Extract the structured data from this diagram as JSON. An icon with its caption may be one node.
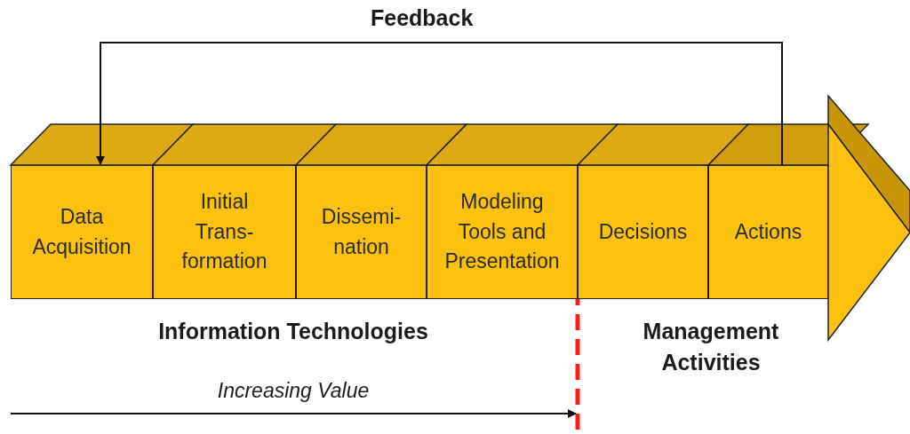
{
  "diagram": {
    "nodes": [
      {
        "text": [
          "Data Acquisition"
        ]
      },
      {
        "text": [
          "Initial Trans-formation"
        ]
      },
      {
        "text": [
          "Dissemi-nation"
        ]
      },
      {
        "text": [
          "Modeling Tools and Presentation"
        ]
      },
      {
        "text": [
          "Decisions"
        ]
      },
      {
        "text": [
          "Actions"
        ]
      }
    ],
    "edges": [
      {
        "from": 5,
        "to": 0,
        "arrow": "to",
        "label": "Feedback"
      }
    ],
    "labels": [
      "Information Technologies",
      "Management Activities",
      "Increasing Value"
    ]
  }
}
